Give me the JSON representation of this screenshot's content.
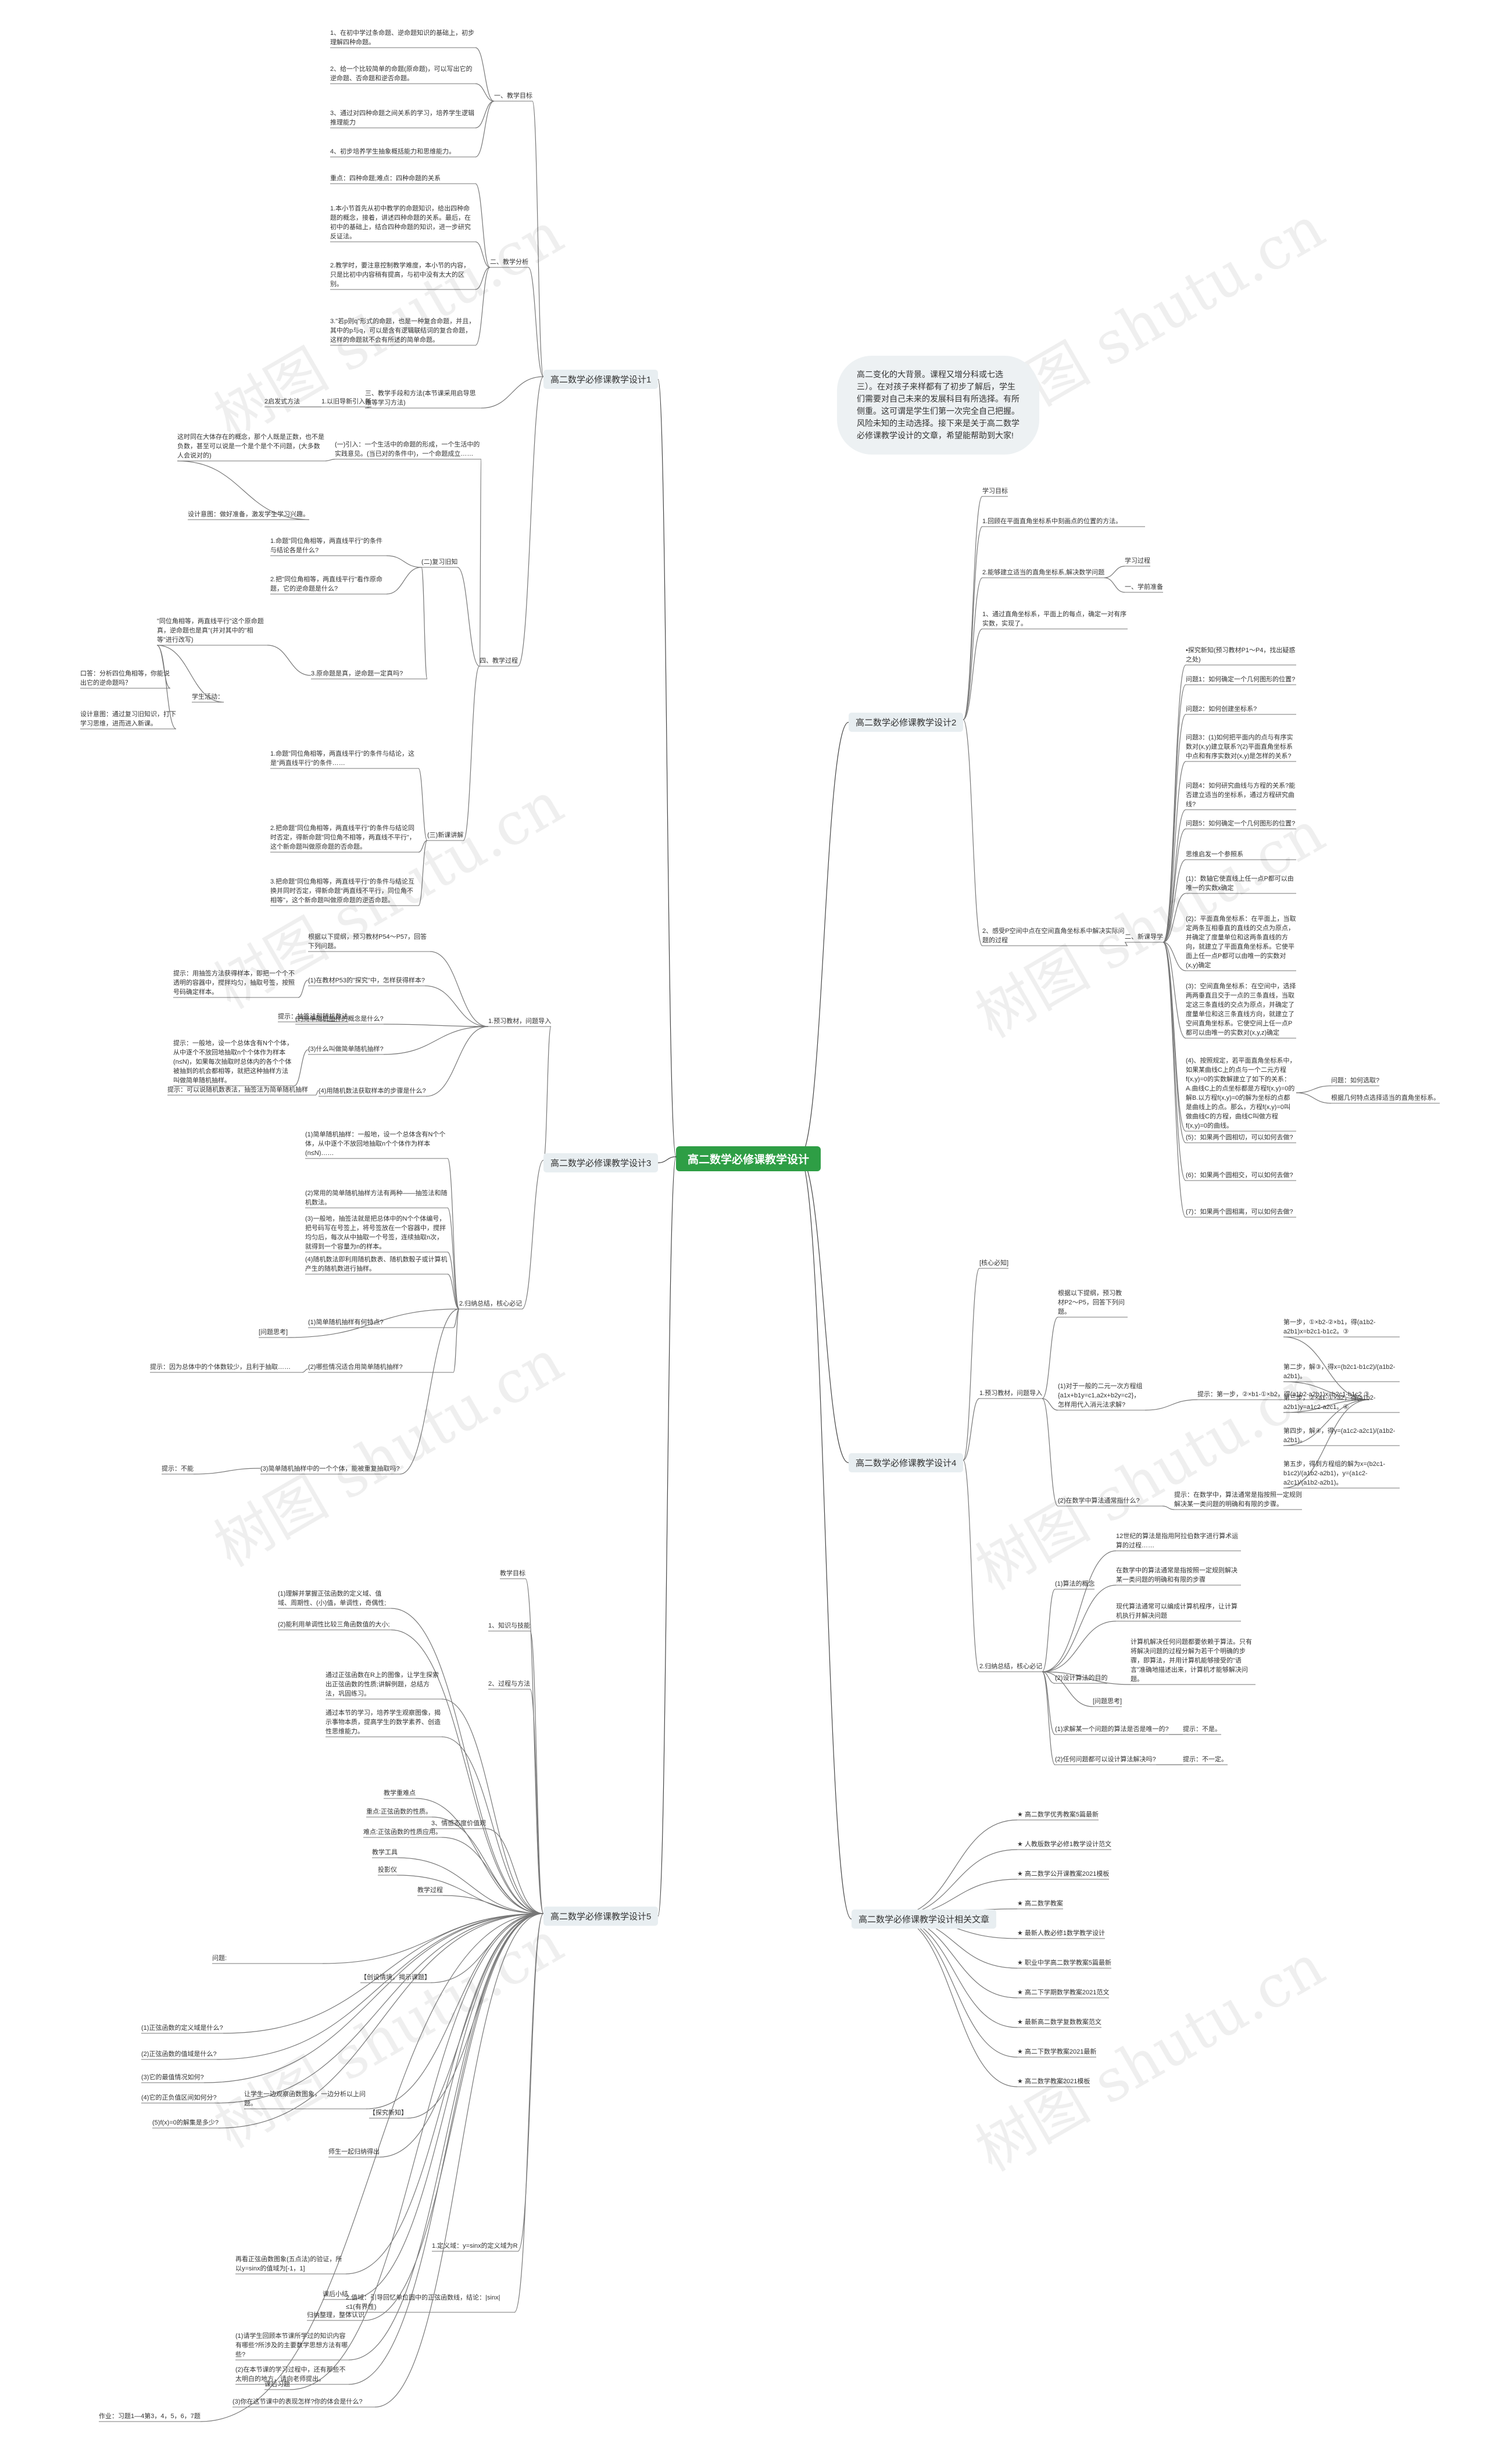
{
  "root": "高二数学必修课教学设计",
  "intro": "高二变化的大背景。课程又增分科或七选三）。在对孩子来样都有了初步了解后，学生们需要对自己未来的发展科目有所选择。有所侧重。这可谓是学生们第一次完全自己把握。风险未知的主动选择。接下来是关于高二数学必修课教学设计的文章，希望能帮助到大家!",
  "watermarks": [
    "树图 shutu.cn",
    "树图 shutu.cn",
    "树图 shutu.cn",
    "树图 shutu.cn",
    "树图 shutu.cn",
    "树图 shutu.cn",
    "树图 shutu.cn",
    "树图 shutu.cn"
  ],
  "design1": {
    "title": "高二数学必修课教学设计1",
    "goal": "一、教学目标",
    "goal_items": [
      "1、在初中学过条命题、逆命题知识的基础上，初步理解四种命题。",
      "2、给一个比较简单的命题(原命题)，可以写出它的逆命题、否命题和逆否命题。",
      "3、通过对四种命题之间关系的学习，培养学生逻辑推理能力",
      "4、初步培养学生抽象概括能力和思维能力。"
    ],
    "analysis": "二、教学分析",
    "analysis_items": [
      "重点：四种命题;难点：四种命题的关系",
      "1.本小节首先从初中教学的命题知识，给出四种命题的概念，接着，讲述四种命题的关系。最后，在初中的基础上，结合四种命题的知识，进一步研究反证法。",
      "2.教学时，要注意控制教学难度，本小节的内容，只是比初中内容稍有提高，与初中没有太大的区别。",
      "3.\"若p则q\"形式的命题，也是一种复合命题，并且，其中的p与q，可以是含有逻辑联结词的复合命题，这样的命题就不会有所述的简单命题。"
    ],
    "method_left": "2启发式方法",
    "method_mid": "1.以旧导新引入新",
    "method": "三、教学手段和方法(本节课采用启导思维等学习方法)",
    "process": "四、教学过程",
    "process_left1": "设计意图：做好准备，激发学生学习兴趣。",
    "process_left1_note": "这时同在大体存在的概念，那个人既是正数，也不是负数，甚至可以说是一个是个是个不问题，(大多数人会说对的)",
    "process_intro": "(一)引入：一个生活中的命题的形成，一个生活中的实践意见。(当已对的条件中)，一个命题成立……",
    "review_label": "(二)复习旧知",
    "review_items": [
      "1.命题\"同位角相等，两直线平行\"的条件与结论各是什么?",
      "2.把\"同位角相等，两直线平行\"看作原命题，它的逆命题是什么?",
      "3.原命题是真，逆命题一定真吗?"
    ],
    "review_left": "\"同位角相等，两直线平行\"这个原命题真，逆命题也是真\"(并对其中的\"相等\"进行改写)",
    "review_left_items": [
      "口答：分析四位角相等，你能说出它的逆命题吗？",
      "学生活动：",
      "设计意图：通过复习旧知识，打下学习思维，进而进入新课。"
    ],
    "newlesson": "(三)新课讲解",
    "newlesson_items": [
      "1.命题\"同位角相等，两直线平行\"的条件与结论，这是\"两直线平行\"的条件……",
      "2.把命题\"同位角相等，两直线平行\"的条件与结论同时否定，得新命题\"同位角不相等，两直线不平行\"，这个新命题叫做原命题的否命题。",
      "3.把命题\"同位角相等，两直线平行\"的条件与结论互换并同时否定，得新命题\"两直线不平行，同位角不相等\"，这个新命题叫做原命题的逆否命题。"
    ]
  },
  "design2": {
    "title": "高二数学必修课教学设计2",
    "goals": [
      "学习目标",
      "1.回顾在平面直角坐标系中刻画点的位置的方法。",
      "2.能够建立适当的直角坐标系,解决数学问题",
      "1、通过直角坐标系，平面上的每点，确定一对有序实数，实现了。",
      "2、感受P空间中点在空间直角坐标系中解决实际问题的过程"
    ],
    "guide_label": "学习过程",
    "guide_sub": "一、学前准备",
    "task_label": "二、新课导学",
    "tasks": [
      "•探究新知(预习教材P1～P4，找出疑惑之处)",
      "问题1：如何确定一个几何图形的位置?",
      "问题2：如何创建坐标系?",
      "问题3：(1)如何把平面内的点与有序实数对(x,y)建立联系?(2)平面直角坐标系中点和有序实数对(x,y)是怎样的关系?",
      "问题4：如何研究曲线与方程的关系?能否建立适当的坐标系，通过方程研究曲线?",
      "问题5：如何确定一个几何图形的位置?",
      "思维启发一个参照系",
      "(1)：数轴它使直线上任一点P都可以由唯一的实数x确定",
      "(2)：平面直角坐标系：在平面上，当取定两条互相垂直的直线的交点为原点，并确定了度量单位和这两条直线的方向，就建立了平面直角坐标系。它使平面上任一点P都可以由唯一的实数对(x,y)确定",
      "(3)：空间直角坐标系：在空间中，选择两两垂直且交于一点的三条直线，当取定这三条直线的交点为原点，并确定了度量单位和这三条直线方向，就建立了空间直角坐标系。它使空间上任一点P都可以由唯一的实数对(x,y,z)确定",
      "(4)、按照规定，若平面直角坐标系中，如果某曲线C上的点与一个二元方程f(x,y)=0的实数解建立了如下的关系：A.曲线C上的点坐标都是方程f(x,y)=0的解B.以方程f(x,y)=0的解为坐标的点都是曲线上的点。那么，方程f(x,y)=0叫做曲线C的方程，曲线C叫做方程f(x,y)=0的曲线。",
      "(5)：如果两个圆相切，可以如何去做?",
      "(6)：如果两个圆相交，可以如何去做?",
      "(7)：如果两个圆相离，可以如何去做?"
    ],
    "q_label": "问题：如何选取?",
    "q_answer": "根据几何特点选择适当的直角坐标系。"
  },
  "design3": {
    "title": "高二数学必修课教学设计3",
    "preview": "1.预习教材，问题导入",
    "preview_items": [
      "根据以下提纲，预习教材P54～P57，回答下列问题。",
      "(1)在教材P53的\"探究\"中，怎样获得样本?",
      "(2)简单随机抽样的概念是什么?",
      "(3)什么叫做简单随机抽样?",
      "(4)用随机数法获取样本的步骤是什么?"
    ],
    "preview_left": [
      "提示：用抽签方法获得样本，即把一个个不透明的容器中，搅拌均匀，抽取号签，按照号码确定样本。",
      "提示：抽签法和随机数法",
      "提示：一般地，设一个总体含有N个个体，从中逐个不放回地抽取n个个体作为样本(n≤N)，如果每次抽取时总体内的各个个体被抽到的机会都相等，就把这种抽样方法叫做简单随机抽样。",
      "提示：可以说随机数表法，抽签法为简单随机抽样"
    ],
    "induce": "2.归纳总结，核心必记",
    "induce_items": [
      "(1)简单随机抽样：一般地，设一个总体含有N个个体，从中逐个不放回地抽取n个个体作为样本(n≤N)……",
      "(2)常用的简单随机抽样方法有两种——抽签法和随机数法。",
      "(3)一般地，抽签法就是把总体中的N个个体编号，把号码写在号签上，将号签放在一个容器中，搅拌均匀后，每次从中抽取一个号签，连续抽取n次，就得到一个容量为n的样本。",
      "(4)随机数法即利用随机数表、随机数骰子或计算机产生的随机数进行抽样。"
    ],
    "check": "[问题思考]",
    "check_items": [
      "(1)简单随机抽样有何特点?",
      "(2)哪些情况适合用简单随机抽样?",
      "(3)简单随机抽样中的一个个体，能被重复抽取吗?"
    ],
    "check_left": [
      "提示：因为总体中的个体数较少，且利于抽取……",
      "提示：不能"
    ]
  },
  "design4": {
    "title": "高二数学必修课教学设计4",
    "core": "[核心必知]",
    "preview": "1.预习教材，问题导入",
    "preview_items": [
      "根据以下提纲，预习教材P2～P5，回答下列问题。",
      "(1)对于一般的二元一次方程组{a1x+b1y=c1,a2x+b2y=c2}，怎样用代入消元法求解?",
      "(2)在数学中算法通常指什么?"
    ],
    "preview_right": "提示：第一步，②×b1-①×b2，得(a1b2-a2b1)x=b2c1-b1c2 ③",
    "steps": [
      "第一步，①×b2-②×b1，得(a1b2-a2b1)x=b2c1-b1c2。③",
      "第二步，解③，得x=(b2c1-b1c2)/(a1b2-a2b1)。",
      "第三步，②×a1-①×a2，得(a1b2-a2b1)y=a1c2-a2c1。④",
      "第四步，解④，得y=(a1c2-a2c1)/(a1b2-a2b1)。",
      "第五步，得到方程组的解为x=(b2c1-b1c2)/(a1b2-a2b1)，y=(a1c2-a2c1)/(a1b2-a2b1)。"
    ],
    "algo_label": "提示：在数学中，算法通常是指按照一定规则解决某一类问题的明确和有限的步骤。",
    "induce": "2.归纳总结，核心必记",
    "induce_items": [
      "(1)算法的概念",
      "12世纪的算法是指用阿拉伯数字进行算术运算的过程……",
      "在数学中的算法通常是指按照一定规则解决某一类问题的明确和有限的步骤",
      "现代算法通常可以编成计算机程序，让计算机执行并解决问题",
      "(2)设计算法的目的",
      "计算机解决任何问题都要依赖于算法。只有将解决问题的过程分解为若干个明确的步骤，即算法，并用计算机能够接受的\"语言\"准确地描述出来，计算机才能够解决问题。",
      "[问题思考]",
      "(1)求解某一个问题的算法是否是唯一的?",
      "(2)任何问题都可以设计算法解决吗?"
    ],
    "answers": [
      "提示：不是。",
      "提示：不一定。"
    ]
  },
  "design5": {
    "title": "高二数学必修课教学设计5",
    "items": [
      "教学目标",
      "(1)理解并掌握正弦函数的定义域、值域、周期性、(小)值，单调性，奇偶性;",
      "1、知识与技能",
      "(2)能利用单调性比较三角函数值的大小;",
      "通过正弦函数在R上的图像，让学生探索出正弦函数的性质;讲解例题，总结方法，巩固练习。",
      "2、过程与方法",
      "通过本节的学习，培养学生观察图像，揭示事物本质，提高学生的数学素养、创造性思维能力。",
      "3、情感态度价值观",
      "教学重难点",
      "重点:正弦函数的性质。",
      "难点:正弦函数的性质应用。",
      "教学工具",
      "投影仪",
      "教学过程",
      "【创设情境，揭示课题】",
      "问题:",
      "(1)正弦函数的定义域是什么?",
      "(2)正弦函数的值域是什么?",
      "(3)它的最值情况如何?",
      "(4)它的正负值区间如何分?",
      "(5)f(x)=0的解集是多少?",
      "让学生一边观察函数图象，一边分析以上问题。",
      "【探究新知】",
      "师生一起归纳得出",
      "1.定义域：y=sinx的定义域为R",
      "2.值域：引导回忆单位圆中的正弦函数线，结论：|sinx|≤1(有界性)",
      "再看正弦函数图象(五点法)的验证，所以y=sinx的值域为[-1，1]",
      "课后小结",
      "归纳整理，整体认识",
      "(1)请学生回顾本节课所学过的知识内容有哪些?所涉及的主要数学思想方法有哪些?",
      "(2)在本节课的学习过程中，还有那些不太明白的地方，请向老师提出。",
      "课后习题",
      "(3)你在这节课中的表现怎样?你的体会是什么?",
      "作业：习题1—4第3，4，5，6，7题"
    ]
  },
  "related": {
    "title": "高二数学必修课教学设计相关文章",
    "items": [
      "★ 高二数学优秀教案5篇最新",
      "★ 人教版数学必修1教学设计范文",
      "★ 高二数学公开课教案2021模板",
      "★ 高二数学教案",
      "★ 最新人教必修1数学教学设计",
      "★ 职业中学高二数学教案5篇最新",
      "★ 高二下学期数学教案2021范文",
      "★ 最新高二数学复数教案范文",
      "★ 高二下数学教案2021最新",
      "★ 高二数学教案2021模板"
    ]
  }
}
